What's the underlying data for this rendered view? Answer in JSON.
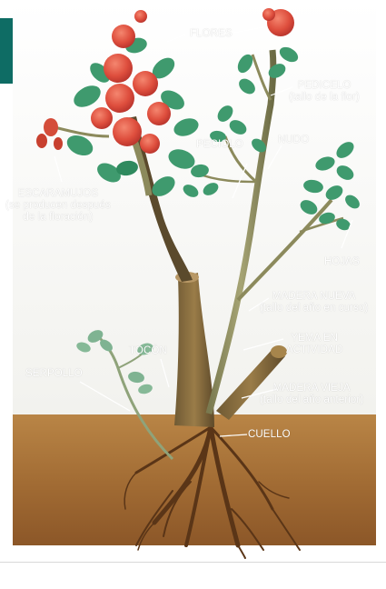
{
  "colors": {
    "soil_top": "#b27b3e",
    "soil_bottom": "#8a5527",
    "stem": "#8c8a5c",
    "leaf": "#3f9a6e",
    "flower": "#dc4b3c",
    "line": "#ffffff"
  },
  "labels": {
    "flores": "FLORES",
    "pedicelo_l1": "PEDICELO",
    "pedicelo_l2": "(tallo de la flor)",
    "nudo": "NUDO",
    "peciolo": "PECIOLO",
    "escaramujos_l1": "ESCARAMUJOS",
    "escaramujos_l2": "(se producen después",
    "escaramujos_l3": "de la floración)",
    "hojas": "HOJAS",
    "madera_nueva_l1": "MADERA NUEVA",
    "madera_nueva_l2": "(tallo del año en curso)",
    "yema_l1": "YEMA EN",
    "yema_l2": "ACTIVIDAD",
    "tocon": "TOCÓN",
    "serpollo": "SERPOLLO",
    "madera_vieja_l1": "MADERA VIEJA",
    "madera_vieja_l2": "(tallo del año anterior)",
    "cuello": "CUELLO"
  }
}
